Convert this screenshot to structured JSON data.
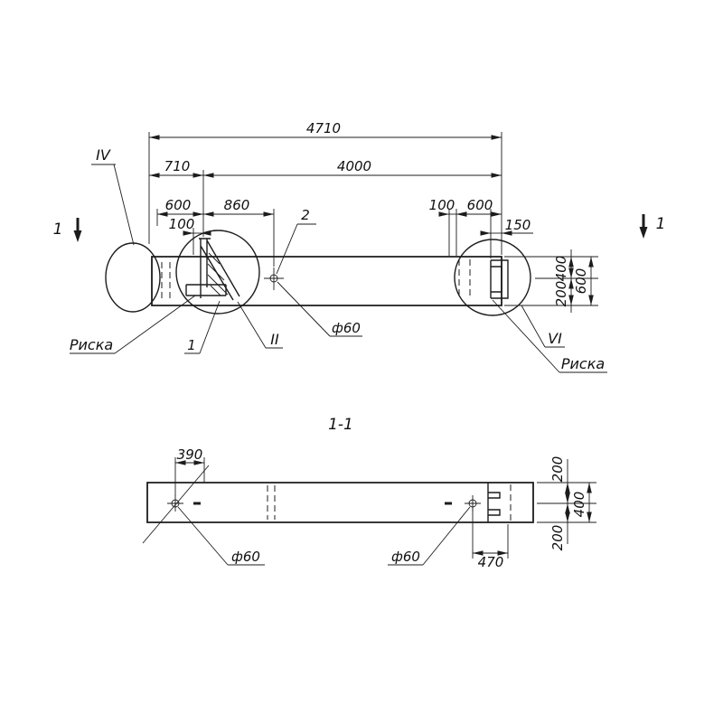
{
  "top": {
    "dim_overall": "4710",
    "dim_710": "710",
    "dim_4000": "4000",
    "dim_600_left": "600",
    "dim_860": "860",
    "dim_100_left": "100",
    "dim_100_right": "100",
    "dim_600_right": "600",
    "dim_150": "150",
    "dim_h400": "400",
    "dim_h600": "600",
    "dim_h200": "200",
    "label_detail_top_left": "IV",
    "label_pos2": "2",
    "label_riska_left": "Риска",
    "label_pos1": "1",
    "label_detail_ii": "II",
    "label_phi60": "ф60",
    "label_detail_vi": "VI",
    "label_riska_right": "Риска",
    "section_mark_left": "1",
    "section_mark_right": "1"
  },
  "section": {
    "title": "1-1",
    "dim_390": "390",
    "dim_470": "470",
    "dim_200_top": "200",
    "dim_400": "400",
    "dim_200_bottom": "200",
    "label_phi60_left": "ф60",
    "label_phi60_right": "ф60"
  }
}
